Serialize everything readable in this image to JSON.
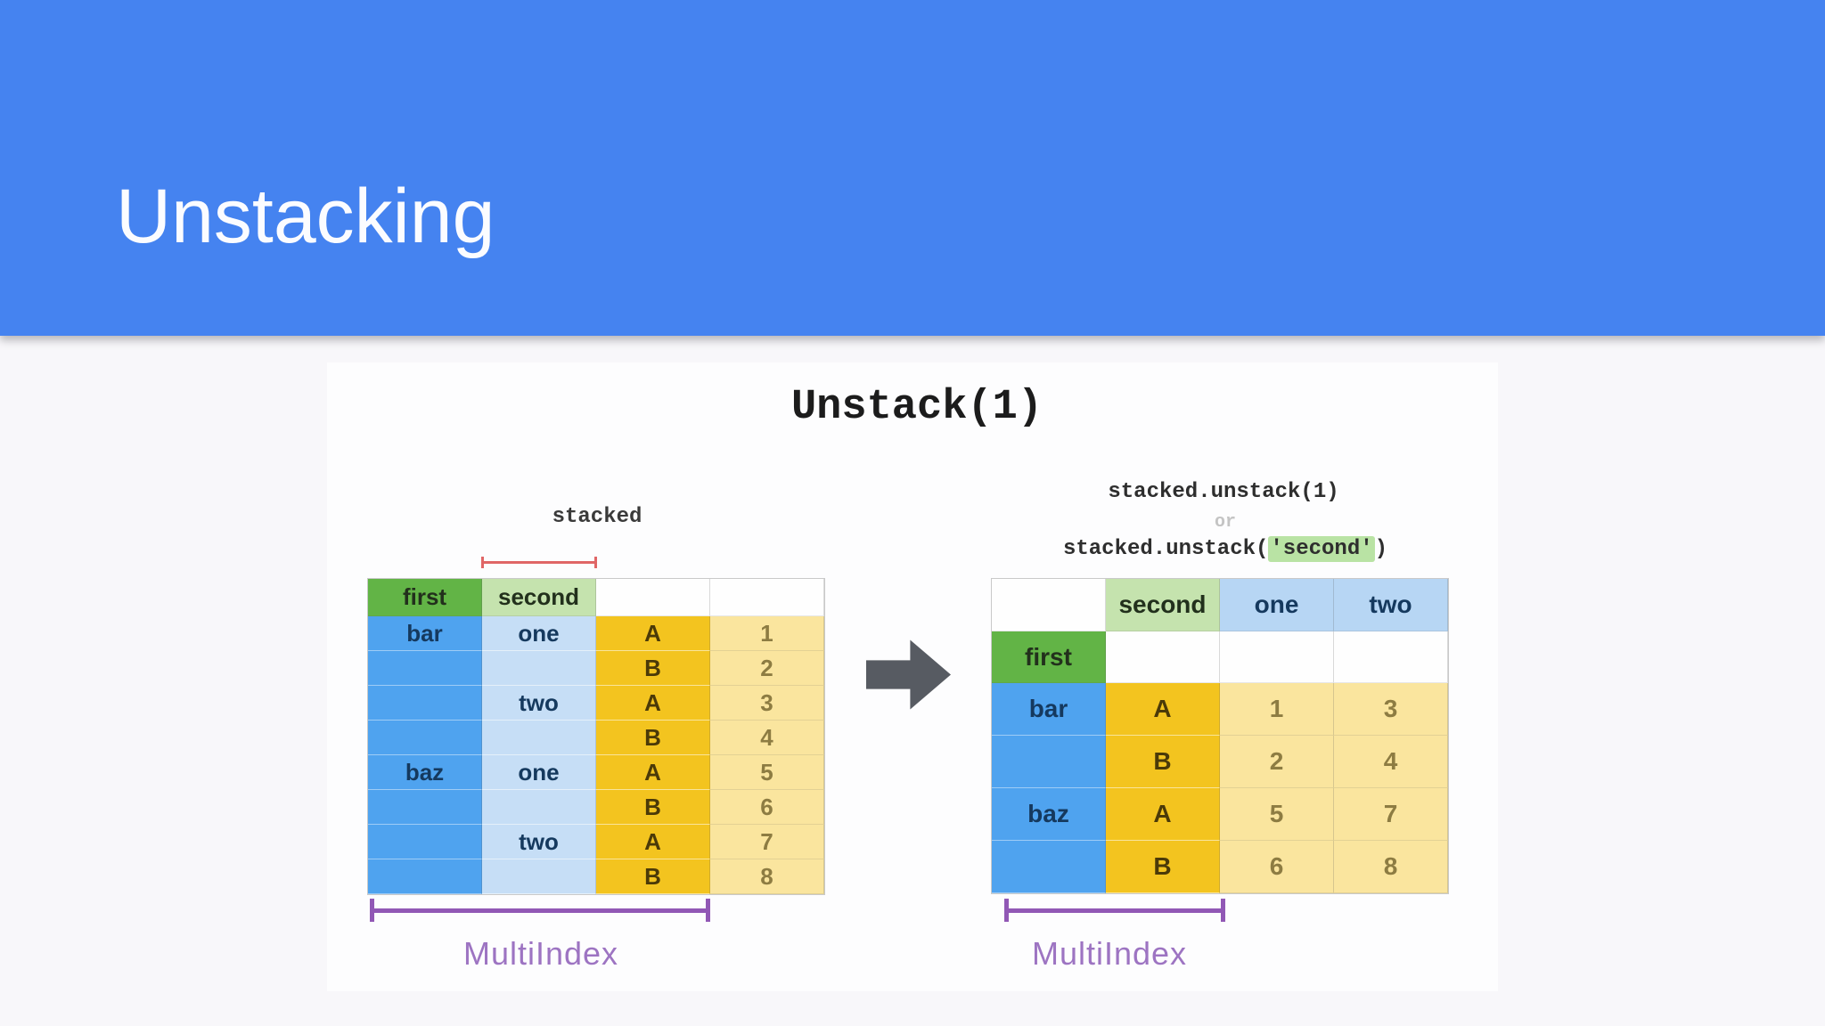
{
  "slide": {
    "title": "Unstacking"
  },
  "diagram": {
    "title": "Unstack(1)",
    "left": {
      "label": "stacked",
      "bracket_label": "MultiIndex",
      "table": {
        "header": [
          "first",
          "second",
          "",
          ""
        ],
        "rows": [
          [
            "bar",
            "one",
            "A",
            "1"
          ],
          [
            "",
            "",
            "B",
            "2"
          ],
          [
            "",
            "two",
            "A",
            "3"
          ],
          [
            "",
            "",
            "B",
            "4"
          ],
          [
            "baz",
            "one",
            "A",
            "5"
          ],
          [
            "",
            "",
            "B",
            "6"
          ],
          [
            "",
            "two",
            "A",
            "7"
          ],
          [
            "",
            "",
            "B",
            "8"
          ]
        ]
      }
    },
    "right": {
      "code_line1": "stacked.unstack(1)",
      "code_or": "or",
      "code_line2_prefix": "stacked.unstack(",
      "code_line2_highlight": "'second'",
      "code_line2_suffix": ")",
      "bracket_label": "MultiIndex",
      "table": {
        "header": [
          "",
          "second",
          "one",
          "two"
        ],
        "first_row_label": "first",
        "rows": [
          [
            "bar",
            "A",
            "1",
            "3"
          ],
          [
            "",
            "B",
            "2",
            "4"
          ],
          [
            "baz",
            "A",
            "5",
            "7"
          ],
          [
            "",
            "B",
            "6",
            "8"
          ]
        ]
      }
    }
  },
  "colors": {
    "banner_blue": "#4583f0",
    "page_background": "#f8f7fa",
    "canvas_white": "#fdfdfe",
    "index_green": "#62b446",
    "light_green": "#c5e3ae",
    "index_blue": "#4fa3ef",
    "light_blue": "#c6def6",
    "sky_header_blue": "#b7d6f4",
    "gold": "#f3c41f",
    "light_yellow": "#fae59e",
    "purple_bracket": "#9158b5",
    "multiindex_text": "#9d74c2",
    "red_bracket": "#e06666",
    "arrow_gray": "#575b62",
    "highlight_green": "#b9e3a4"
  }
}
